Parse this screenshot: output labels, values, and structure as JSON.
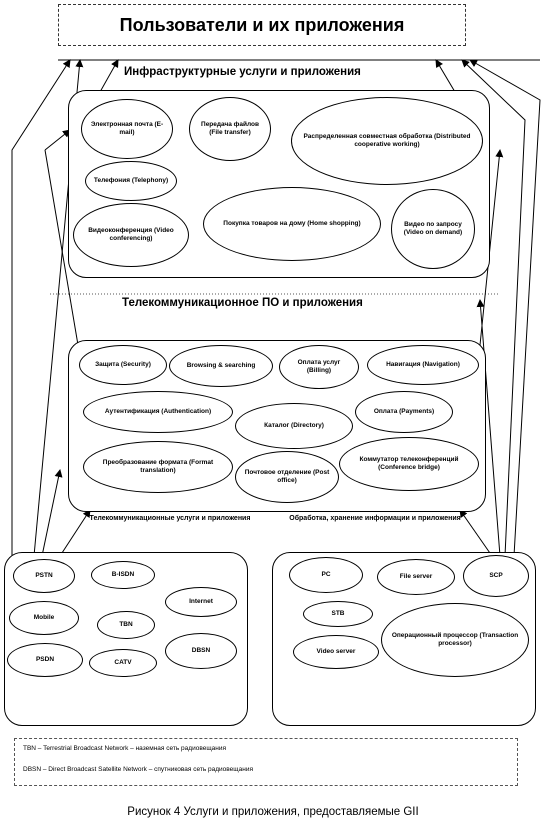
{
  "title": "Пользователи и их приложения",
  "infra": {
    "label": "Инфраструктурные  услуги и приложения",
    "items": [
      "Электронная почта (E-mail)",
      "Передача файлов (File transfer)",
      "Распределенная совместная обработка (Distributed cooperative working)",
      "Телефония (Telephony)",
      "Видеоконференция (Video conferencing)",
      "Покупка товаров на дому (Home shopping)",
      "Видео по запросу (Video on demand)"
    ]
  },
  "telecom_sw": {
    "label": "Телекоммуникационное  ПО и приложения",
    "items": [
      "Защита (Security)",
      "Browsing & searching",
      "Оплата услуг (Billing)",
      "Навигация (Navigation)",
      "Аутентификация (Authentication)",
      "Каталог (Directory)",
      "Оплата (Payments)",
      "Преобразование формата (Format translation)",
      "Почтовое отделение (Post office)",
      "Коммутатор телеконференций (Conference bridge)"
    ]
  },
  "networks": {
    "label": "Телекоммуникационные  услуги и приложения",
    "items": [
      "PSTN",
      "B-ISDN",
      "Internet",
      "Mobile",
      "TBN",
      "PSDN",
      "CATV",
      "DBSN"
    ]
  },
  "processing": {
    "label": "Обработка, хранение информации и приложения",
    "items": [
      "PC",
      "File server",
      "SCP",
      "STB",
      "Операционный процессор (Transaction processor)",
      "Video server"
    ]
  },
  "legend": {
    "tbn": "TBN – Terrestrial Broadcast Network – наземная сеть радиовещания",
    "dbsn": "DBSN – Direct Broadcast Satellite Network – спутниковая сеть радиовещания"
  },
  "caption": "Рисунок 4 Услуги и приложения,  предоставляемые GII"
}
